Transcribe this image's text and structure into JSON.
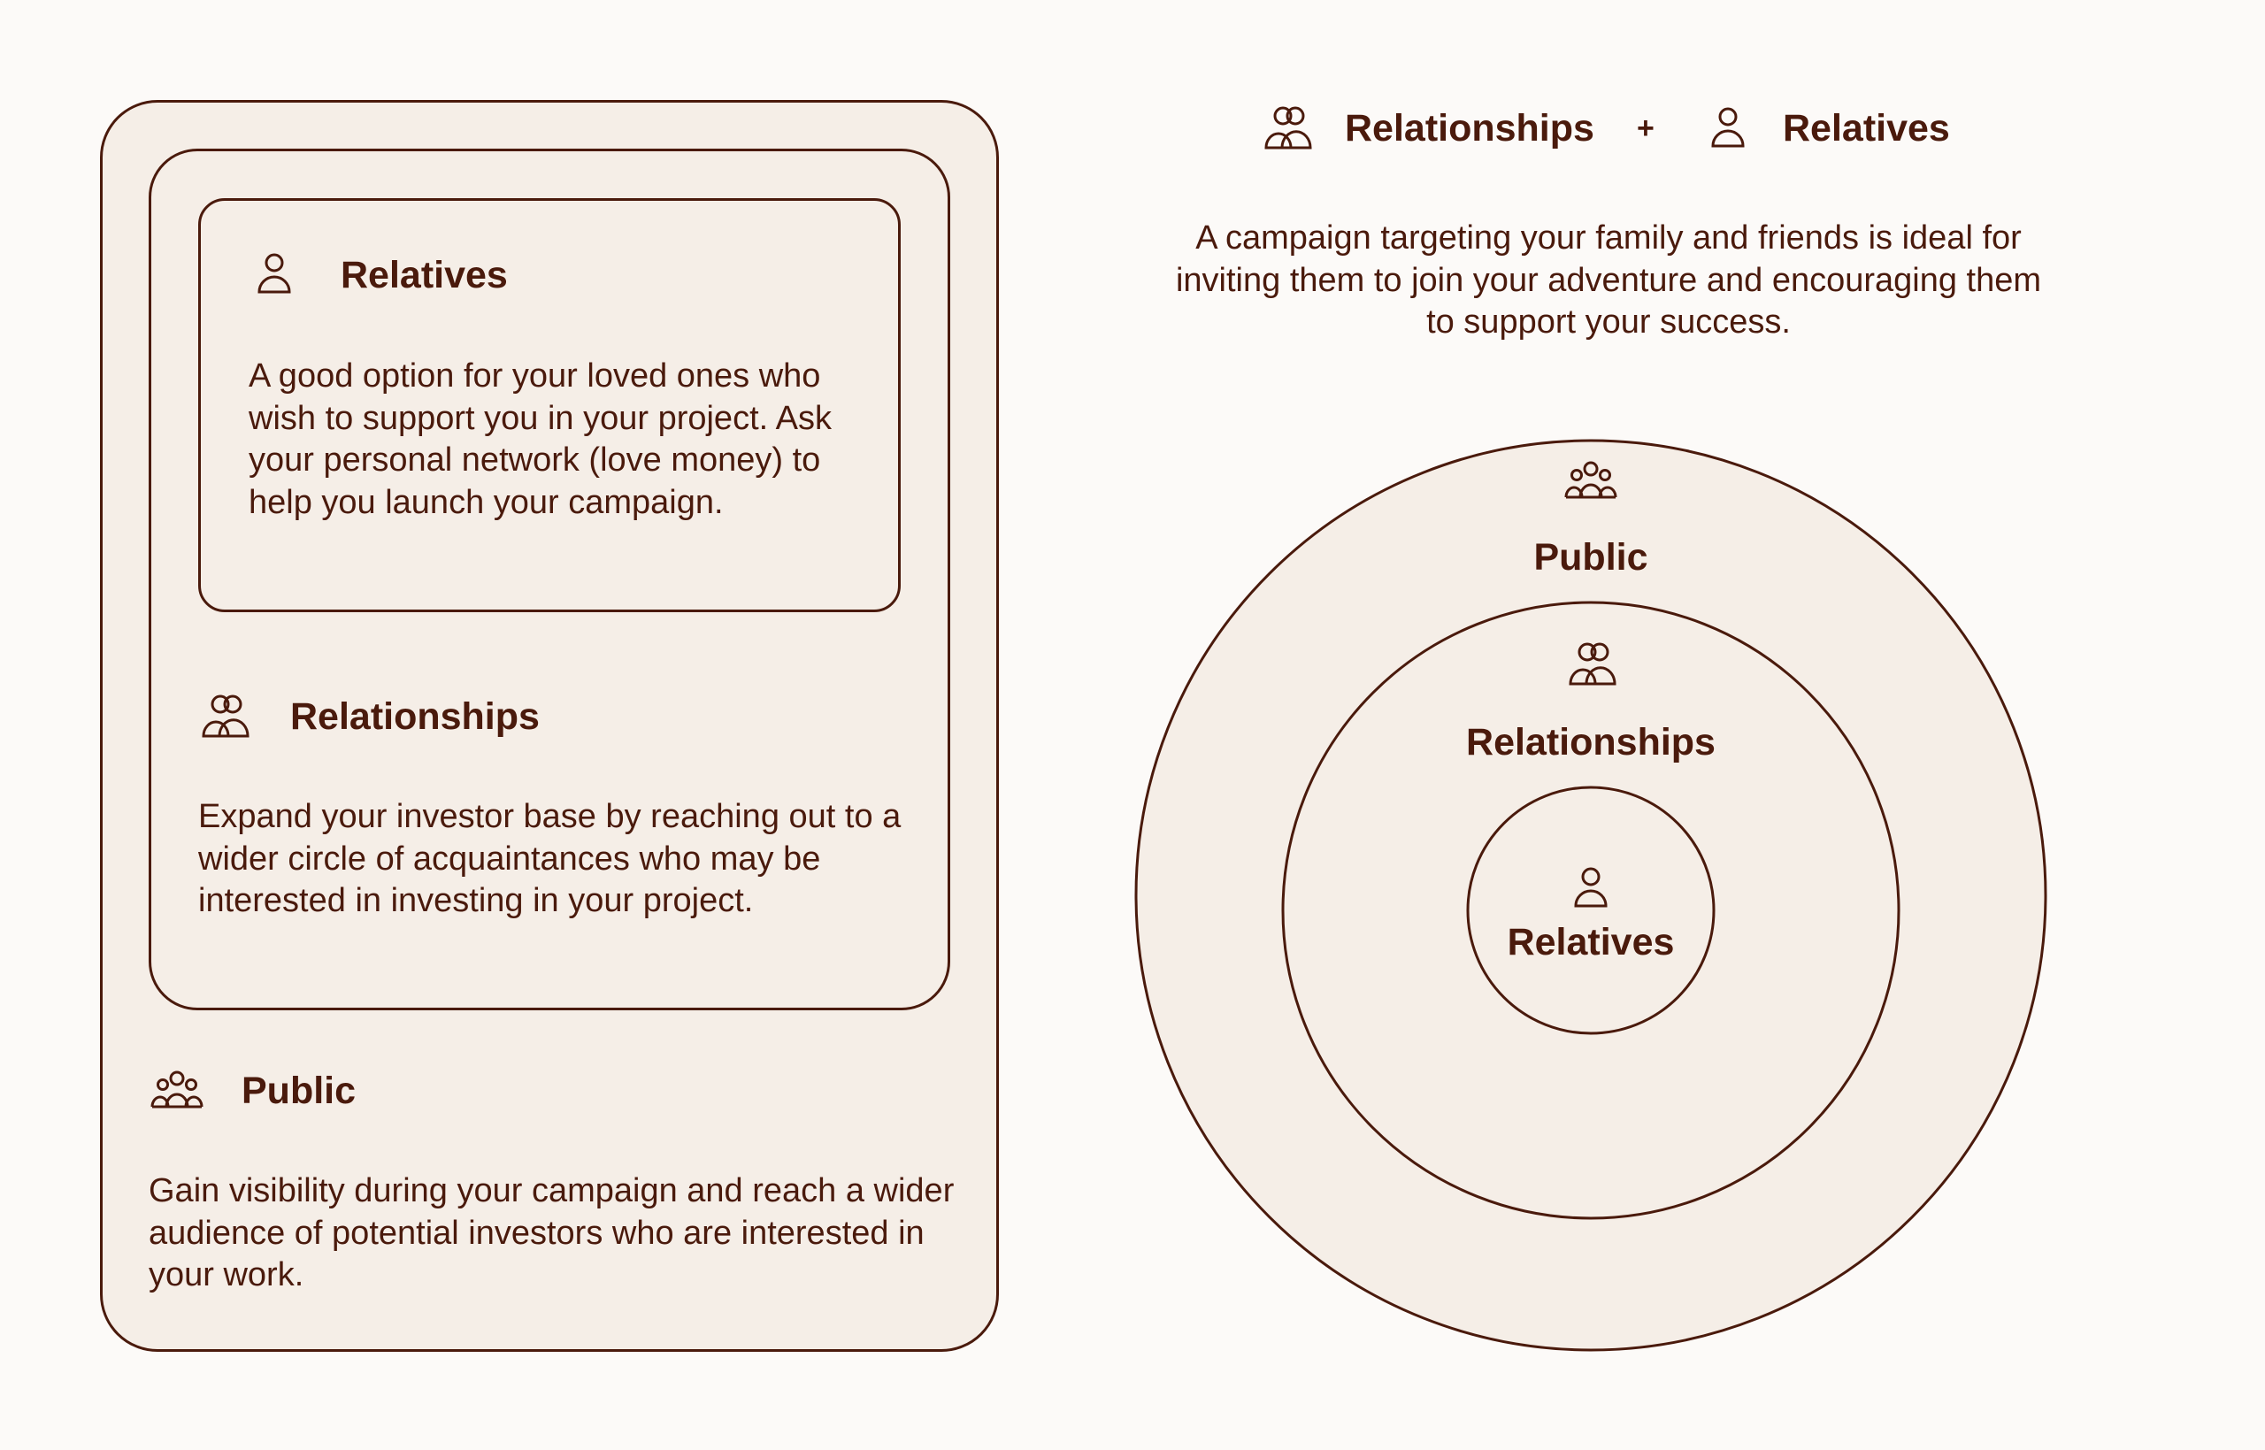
{
  "colors": {
    "background": "#fcfaf8",
    "fill": "#f5eee7",
    "ink": "#4a1a0c"
  },
  "left_panel": {
    "relatives": {
      "icon": "person-icon",
      "title": "Relatives",
      "text": "A good option for your loved ones who wish to support you in your project. Ask your personal network (love money) to help you launch your campaign."
    },
    "relationships": {
      "icon": "two-people-icon",
      "title": "Relationships",
      "text": "Expand your investor base by reaching out to a wider circle of acquaintances who may be interested in investing in your project."
    },
    "public": {
      "icon": "group-icon",
      "title": "Public",
      "text": "Gain visibility during your campaign and reach a wider audience of potential investors who are interested in your work."
    }
  },
  "right_panel": {
    "header": {
      "left": "Relationships",
      "plus": "+",
      "right": "Relatives"
    },
    "description": "A campaign targeting your family and friends is ideal for inviting them to join your adventure and encouraging them to support your success.",
    "circles": {
      "outer": "Public",
      "middle": "Relationships",
      "inner": "Relatives"
    }
  }
}
